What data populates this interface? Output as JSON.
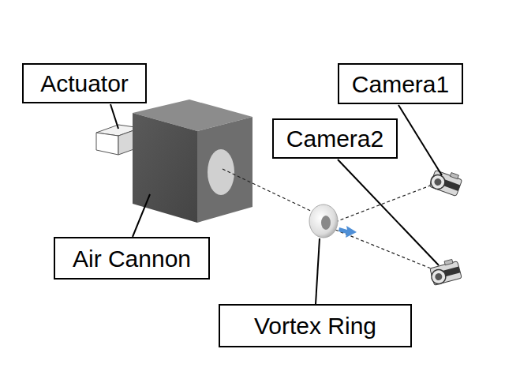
{
  "diagram": {
    "nodes": [
      {
        "text": [
          "Actuator"
        ]
      },
      {
        "text": [
          "Camera1"
        ]
      },
      {
        "text": [
          "Camera2"
        ]
      },
      {
        "text": [
          "Air Cannon"
        ]
      },
      {
        "text": [
          "Vortex Ring"
        ]
      }
    ]
  }
}
